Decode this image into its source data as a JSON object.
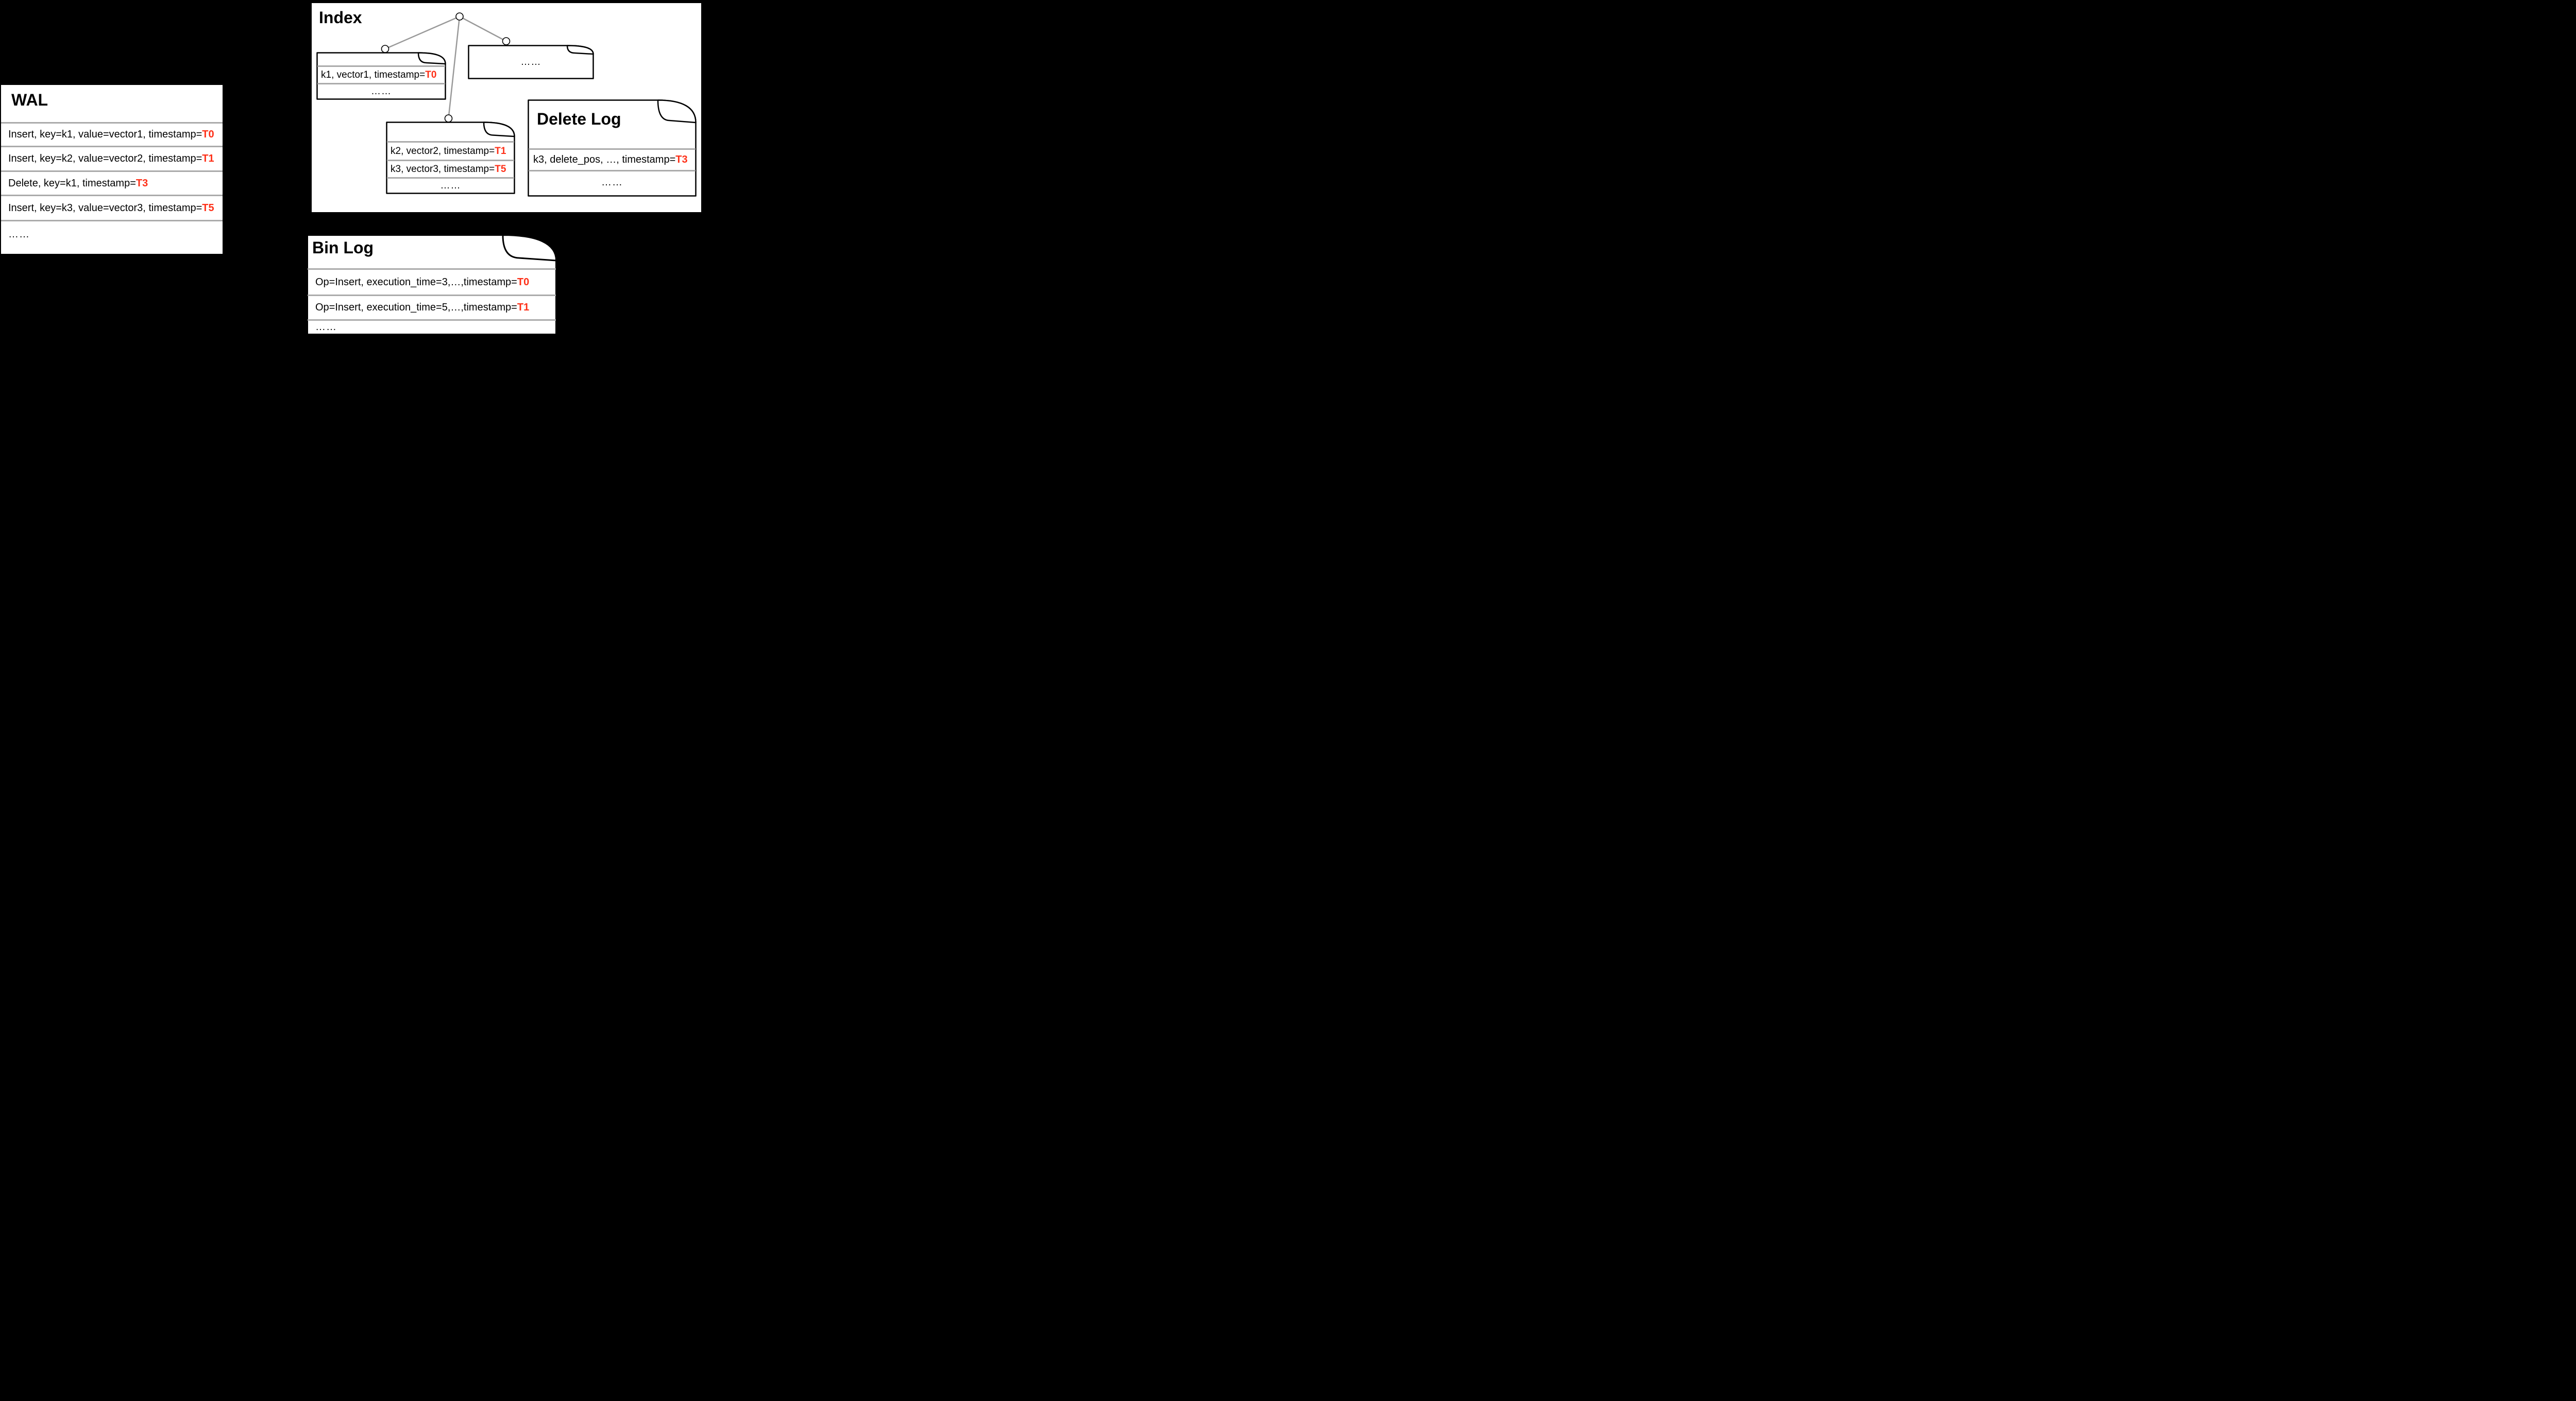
{
  "colors": {
    "accent_red": "#fe2f17",
    "separator_gray": "#ababab",
    "tree_edge_gray": "#999999",
    "background": "#000000",
    "panel_white": "#ffffff"
  },
  "wal": {
    "title": "WAL",
    "rows": [
      {
        "text": "Insert, key=k1, value=vector1, timestamp=",
        "t": "T0"
      },
      {
        "text": "Insert, key=k2, value=vector2, timestamp=",
        "t": "T1"
      },
      {
        "text": "Delete, key=k1, timestamp=",
        "t": "T3"
      },
      {
        "text": "Insert, key=k3, value=vector3, timestamp=",
        "t": "T5"
      },
      {
        "text": "……",
        "t": ""
      }
    ]
  },
  "index": {
    "title": "Index",
    "node_k1": {
      "rows": [
        {
          "text": "k1, vector1, timestamp=",
          "t": "T0"
        },
        {
          "text": "……",
          "t": ""
        }
      ]
    },
    "node_other": {
      "rows": [
        {
          "text": "……",
          "t": ""
        }
      ]
    },
    "node_k2k3": {
      "rows": [
        {
          "text": "k2, vector2, timestamp=",
          "t": "T1"
        },
        {
          "text": "k3, vector3, timestamp=",
          "t": "T5"
        },
        {
          "text": "……",
          "t": ""
        }
      ]
    }
  },
  "delete_log": {
    "title": "Delete Log",
    "rows": [
      {
        "text": "k3, delete_pos, …, timestamp=",
        "t": "T3"
      },
      {
        "text": "……",
        "t": ""
      }
    ]
  },
  "bin_log": {
    "title": "Bin Log",
    "rows": [
      {
        "text": "Op=Insert, execution_time=3,…,timestamp=",
        "t": "T0"
      },
      {
        "text": "Op=Insert, execution_time=5,…,timestamp=",
        "t": "T1"
      },
      {
        "text": "……",
        "t": ""
      }
    ]
  }
}
